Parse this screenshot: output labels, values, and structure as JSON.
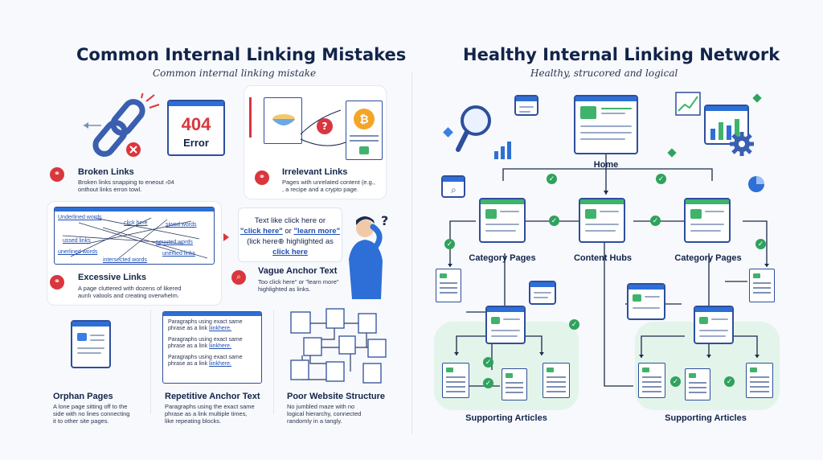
{
  "left": {
    "title": "Common Internal Linking Mistakes",
    "subtitle": "Common internal linking mistake",
    "broken": {
      "title": "Broken Links",
      "desc1": "Broken links snapping to eneout ‹04",
      "desc2": "onthout links erron towl.",
      "error_code": "404",
      "error_text": "Error"
    },
    "irrelevant": {
      "title": "Irrelevant Links",
      "desc1": "Pages with unrelated content (e.g.,",
      "desc2": ", a recipe and a crypto page."
    },
    "excessive": {
      "title": "Excessive Links",
      "desc1": "A page cluttered with dozens of likered",
      "desc2": "aurılı valools and creating overwhelm.",
      "words": [
        "Underlined words",
        "click here",
        "siwed words",
        "ussed links",
        "neuuted words",
        "unerlined words",
        "uneriied links",
        "intersected words"
      ]
    },
    "vague": {
      "title": "Vague Anchor Text",
      "desc1": "Too click here\" or \"learn more\"",
      "desc2": "highlighted as links.",
      "bubble1": "Text like click here or",
      "bubble2a": "\"click here\"",
      "bubble2b": " or ",
      "bubble2c": "\"learn more\"",
      "bubble3": "(lick here⊕ highlighted as",
      "bubble4": "click here",
      "question": "?"
    },
    "orphan": {
      "title": "Orphan Pages",
      "desc1": "A lone page sitting off to the",
      "desc2": "side with no lines connecting",
      "desc3": "it to other site pages."
    },
    "repetitive": {
      "title": "Repetitive Anchor Text",
      "desc1": "Paragraphs using the exact same",
      "desc2": "phrase as a link multiple times,",
      "desc3": "like repeating blocks.",
      "para1": "Paragraphs using exact same",
      "para2": "phrase as a link ",
      "para_link": "liinkhere."
    },
    "poor": {
      "title": "Poor Website Structure",
      "desc1": "No jumbled maze with no",
      "desc2": "logical hierarchy, connected",
      "desc3": "randomly in a tangly."
    }
  },
  "right": {
    "title": "Healthy Internal Linking Network",
    "subtitle": "Healthy, strucored and logical",
    "home": "Home",
    "category_left": "Category Pages",
    "content_hubs": "Content Hubs",
    "category_right": "Category Pages",
    "supporting_left": "Supporting Articles",
    "supporting_right": "Supporting Articles"
  },
  "colors": {
    "navy": "#13244a",
    "blue": "#2d6fd6",
    "green": "#3fb36b",
    "red": "#d9363e"
  }
}
